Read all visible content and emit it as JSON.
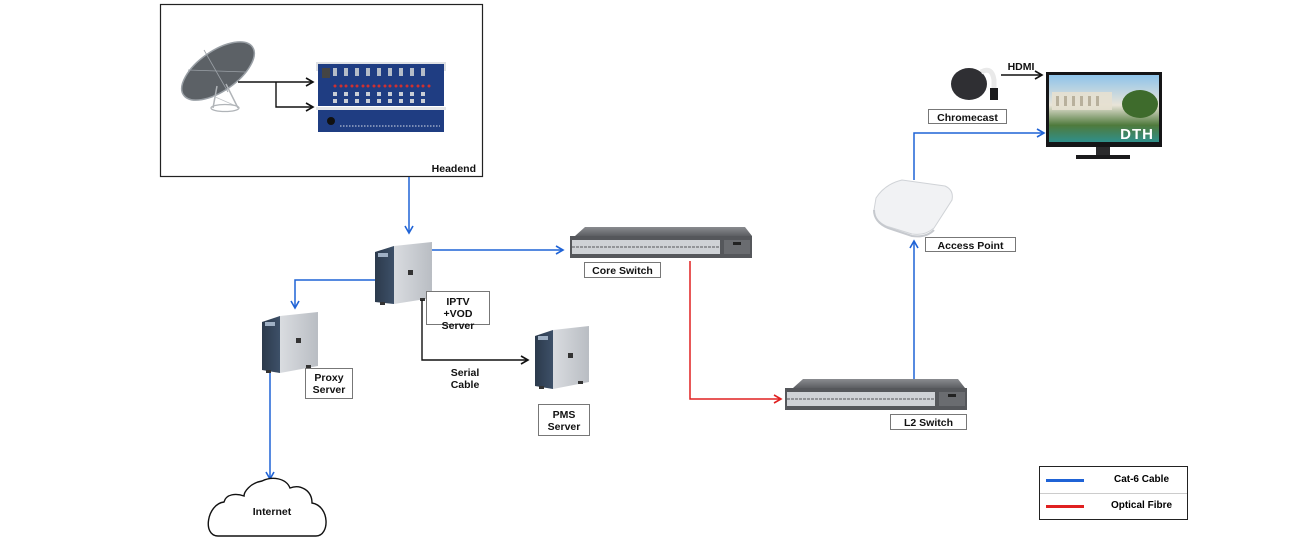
{
  "diagram": {
    "colors": {
      "cat6": "#1f63d6",
      "fibre": "#e02020",
      "serial": "#111111"
    },
    "headend": {
      "label": "Headend"
    },
    "nodes": {
      "iptv_server": {
        "label_line1": "IPTV +VOD",
        "label_line2": "Server"
      },
      "proxy_server": {
        "label_line1": "Proxy",
        "label_line2": "Server"
      },
      "pms_server": {
        "label_line1": "PMS",
        "label_line2": "Server"
      },
      "core_switch": {
        "label": "Core Switch"
      },
      "l2_switch": {
        "label": "L2 Switch"
      },
      "access_point": {
        "label": "Access Point"
      },
      "chromecast": {
        "label": "Chromecast"
      },
      "tv": {
        "screen_text": "DTH"
      },
      "internet": {
        "label": "Internet"
      }
    },
    "edge_labels": {
      "serial_line1": "Serial",
      "serial_line2": "Cable",
      "hdmi": "HDMI"
    },
    "legend": {
      "items": [
        {
          "label": "Cat-6 Cable",
          "color": "#1f63d6"
        },
        {
          "label": "Optical Fibre",
          "color": "#e02020"
        }
      ]
    }
  }
}
